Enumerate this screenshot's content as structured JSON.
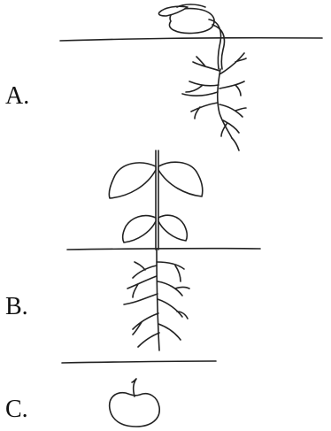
{
  "options": [
    {
      "label": "A."
    },
    {
      "label": "B."
    },
    {
      "label": "C."
    }
  ]
}
